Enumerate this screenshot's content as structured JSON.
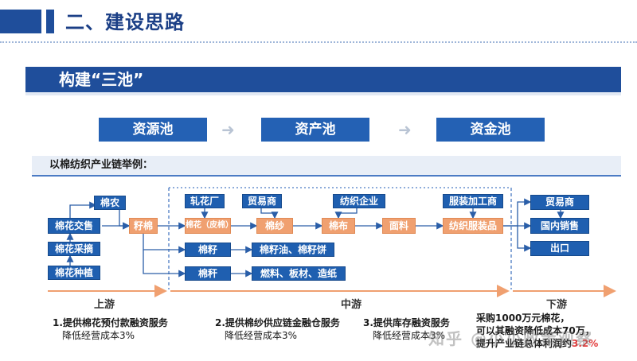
{
  "header": {
    "title": "二、建设思路"
  },
  "banner": {
    "title": "构建“三池”"
  },
  "pools": [
    "资源池",
    "资产池",
    "资金池"
  ],
  "example_label": "以棉纺织产业链举例：",
  "nodes": {
    "cotton_farmer": "棉农",
    "cotton_trade": "棉花交售",
    "cotton_pick": "棉花采摘",
    "cotton_plant": "棉花种植",
    "seed_cotton": "籽棉",
    "ginnery": "轧花厂",
    "lint_cotton": "棉花（皮棉）",
    "trader1": "贸易商",
    "yarn": "棉纱",
    "weaving": "纺织企业",
    "cloth": "棉布",
    "fabric": "面料",
    "garment_factory": "服装加工商",
    "garments": "纺织服装品",
    "trader2": "贸易商",
    "domestic_sales": "国内销售",
    "export": "出口",
    "cottonseed": "棉籽",
    "seed_products": "棉籽油、棉籽饼",
    "stalk": "棉秆",
    "stalk_products": "燃料、板材、造纸"
  },
  "stages": {
    "up": "上游",
    "mid": "中游",
    "down": "下游"
  },
  "services": [
    {
      "title": "1.提供棉花预付款融资服务",
      "sub": "降低经营成本3%"
    },
    {
      "title": "2.提供棉纱供应链金融仓服务",
      "sub": "降低经营成本3%"
    },
    {
      "title": "3.提供库存融资服务",
      "sub": "降低经营成本3%"
    },
    {
      "title": "采购1000万元棉花，",
      "sub": "可以其融资降低成本70万，",
      "sub2": "提升产业链总体利润约",
      "highlight": "3.2%"
    }
  ],
  "watermark": "知乎 @小小政策观察",
  "colors": {
    "primary": "#1f5fb0",
    "banner": "#1f4e9b",
    "accent": "#f0a070",
    "highlight": "#e23b3b"
  }
}
